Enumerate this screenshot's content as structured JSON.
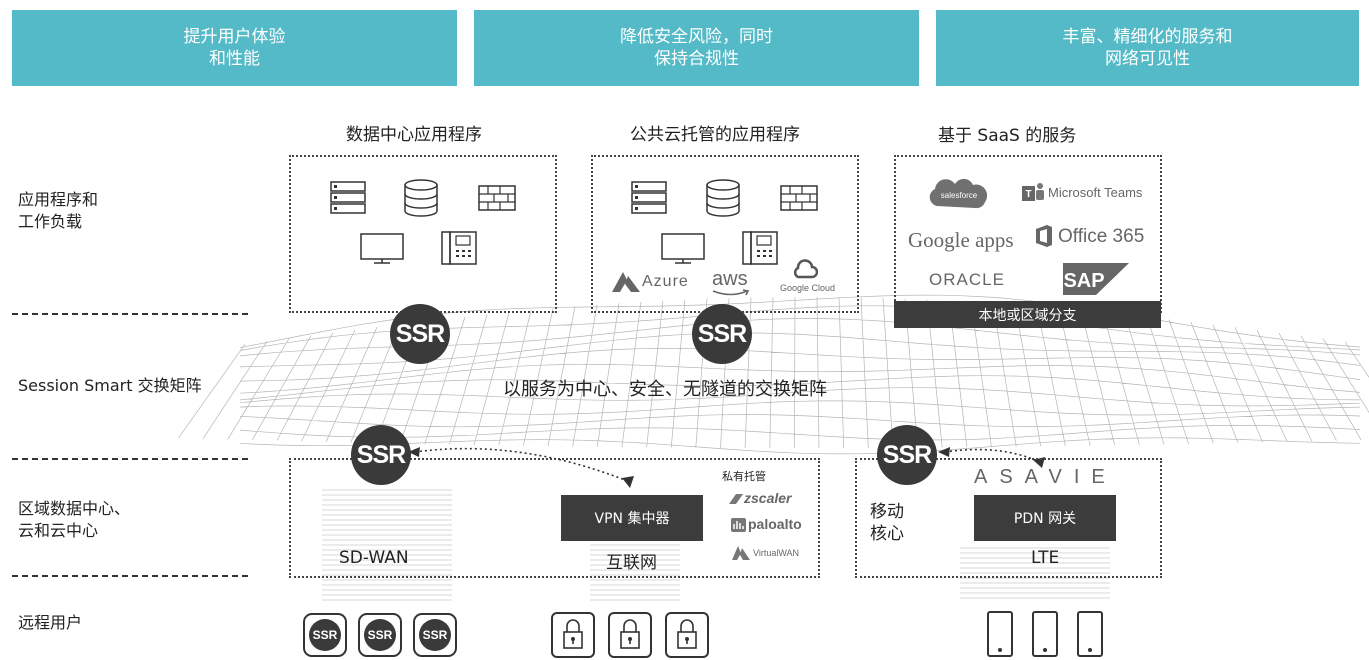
{
  "banners": [
    {
      "text": "提升用户体验\n和性能"
    },
    {
      "text": "降低安全风险，同时\n保持合规性"
    },
    {
      "text": "丰富、精细化的服务和\n网络可见性"
    }
  ],
  "row_labels": {
    "apps": "应用程序和\n工作负载",
    "fabric": "Session Smart 交换矩阵",
    "dc": "区域数据中心、\n云和云中心",
    "users": "远程用户"
  },
  "columns": {
    "dc_apps": "数据中心应用程序",
    "cloud_apps": "公共云托管的应用程序",
    "saas": "基于 SaaS 的服务"
  },
  "cloud_brands": {
    "azure": "Azure",
    "aws": "aws",
    "google_cloud": "Google Cloud"
  },
  "saas_brands": {
    "salesforce": "salesforce",
    "teams": "Microsoft Teams",
    "google_apps": "Google apps",
    "office": "Office 365",
    "oracle": "ORACLE",
    "sap": "SAP"
  },
  "local_branch": "本地或区域分支",
  "fabric_center": "以服务为中心、安全、无隧道的交换矩阵",
  "ssr_label": "SSR",
  "sdwan": "SD-WAN",
  "vpn": "VPN 集中器",
  "internet": "互联网",
  "private_hosted": "私有托管",
  "security_brands": {
    "zscaler": "zscaler",
    "paloalto": "paloalto",
    "virtualwan": "VirtualWAN"
  },
  "mobile_core": "移动\n核心",
  "asavie": "ASAVIE",
  "pdn": "PDN 网关",
  "lte": "LTE",
  "colors": {
    "banner": "#55bac7",
    "ssr": "#3a3a3a",
    "dark_bar": "#3c3c3c"
  }
}
